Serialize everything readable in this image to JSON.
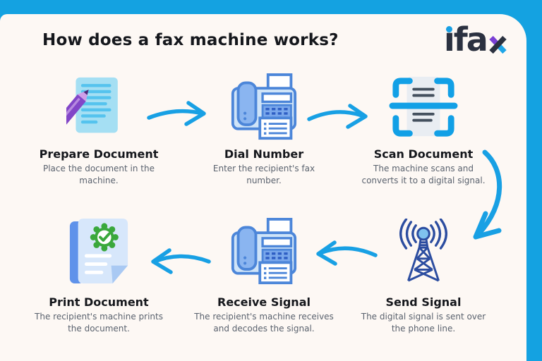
{
  "header": {
    "title": "How does a fax machine works?",
    "logo": {
      "text": "ifax",
      "display_prefix": "ıfa"
    }
  },
  "colors": {
    "background_blue": "#14a2e1",
    "card_background": "#fdf8f4",
    "arrow_blue": "#18a0e4",
    "icon_outline_blue": "#4c86d9",
    "icon_fill_light_blue": "#cfe4f8",
    "scan_bracket_blue": "#12a0e6",
    "tower_navy": "#2c4da0",
    "pencil_purple": "#8246c8",
    "logo_navy": "#2b3140",
    "logo_purple": "#7a3fd4",
    "badge_green": "#3aa83c",
    "title_text": "#15171c",
    "description_text": "#5a626e"
  },
  "steps": [
    {
      "id": "prepare-document",
      "icon": "document-pencil-icon",
      "title": "Prepare Document",
      "description": "Place the document in the\nmachine."
    },
    {
      "id": "dial-number",
      "icon": "fax-machine-icon",
      "title": "Dial Number",
      "description": "Enter the recipient's fax\nnumber."
    },
    {
      "id": "scan-document",
      "icon": "scanner-frame-icon",
      "title": "Scan Document",
      "description": "The machine scans and\nconverts it to a digital signal."
    },
    {
      "id": "send-signal",
      "icon": "antenna-tower-icon",
      "title": "Send Signal",
      "description": "The digital signal is sent over\nthe phone line."
    },
    {
      "id": "receive-signal",
      "icon": "fax-machine-icon",
      "title": "Receive Signal",
      "description": "The recipient's machine receives\nand decodes the signal."
    },
    {
      "id": "print-document",
      "icon": "document-check-icon",
      "title": "Print Document",
      "description": "The recipient's machine prints\nthe document."
    }
  ]
}
